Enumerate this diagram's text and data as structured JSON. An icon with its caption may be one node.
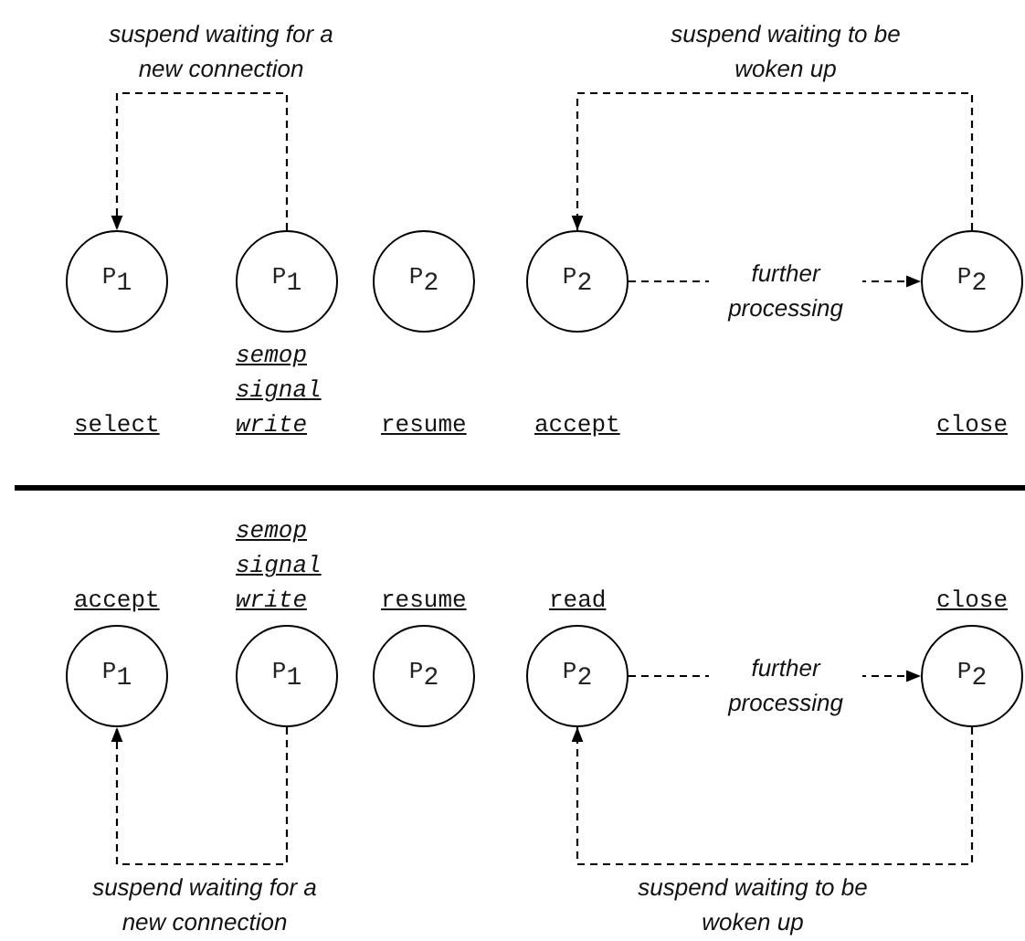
{
  "diagram": {
    "nodes": [
      {
        "text": [
          "P$_{1}$"
        ],
        "beside": [
          "select"
        ]
      },
      {
        "text": [
          "P$_{1}$"
        ],
        "beside": [
          "semop",
          "signal",
          "write"
        ]
      },
      {
        "text": [
          "P$_{2}$"
        ],
        "beside": [
          "resume"
        ]
      },
      {
        "text": [
          "P$_{2}$"
        ],
        "beside": [
          "accept"
        ]
      },
      {
        "text": [
          "P$_{2}$"
        ],
        "beside": [
          "close"
        ]
      },
      {
        "text": [
          "P$_{1}$"
        ],
        "beside": [
          "accept"
        ]
      },
      {
        "text": [
          "P$_{1}$"
        ],
        "beside": [
          "semop",
          "signal",
          "write"
        ]
      },
      {
        "text": [
          "P$_{2}$"
        ],
        "beside": [
          "resume"
        ]
      },
      {
        "text": [
          "P$_{2}$"
        ],
        "beside": [
          "read"
        ]
      },
      {
        "text": [
          "P$_{2}$"
        ],
        "beside": [
          "close"
        ]
      }
    ],
    "edges": [
      {
        "from": 1,
        "to": 0,
        "arrow": "to",
        "label": "suspend waiting for a new connection",
        "style": "dashed"
      },
      {
        "from": 3,
        "to": 4,
        "arrow": "to",
        "label": "further processing",
        "style": "dashed"
      },
      {
        "from": 4,
        "to": 3,
        "arrow": "to",
        "label": "suspend waiting to be woken up",
        "style": "dashed"
      },
      {
        "from": 6,
        "to": 5,
        "arrow": "to",
        "label": "suspend waiting for a new connection",
        "style": "dashed"
      },
      {
        "from": 8,
        "to": 9,
        "arrow": "to",
        "label": "further processing",
        "style": "dashed"
      },
      {
        "from": 9,
        "to": 8,
        "arrow": "to",
        "label": "suspend waiting to be woken up",
        "style": "dashed"
      }
    ]
  }
}
